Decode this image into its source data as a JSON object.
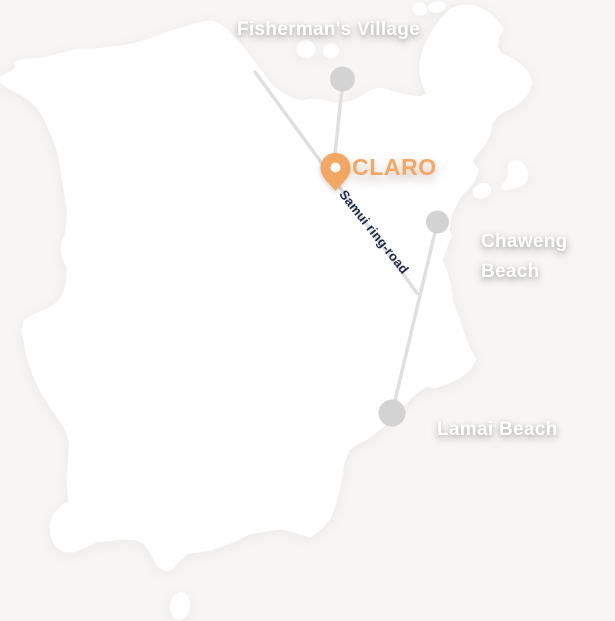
{
  "map": {
    "description": "Koh Samui island location map",
    "labels": {
      "fishermans_village": "Fisherman's Village",
      "claro": "CLARO",
      "ring_road": "Samui ring-road",
      "chaweng_lines": [
        "Chaweng",
        "Beach"
      ],
      "lamai": "Lamai Beach"
    },
    "markers": {
      "claro_pin": "orange map pin at CLARO location",
      "location_dots": [
        "Fisherman's Village dot",
        "Chaweng Beach dot",
        "Lamai Beach dot"
      ]
    },
    "colors": {
      "background": "#f7f6f4",
      "island": "#ffffff",
      "accent_orange": "#f2a763",
      "navy": "#1f2a4a",
      "marker_gray": "#d3d3d3",
      "line_gray": "#dfdfdf",
      "label_white": "#ffffff"
    }
  }
}
